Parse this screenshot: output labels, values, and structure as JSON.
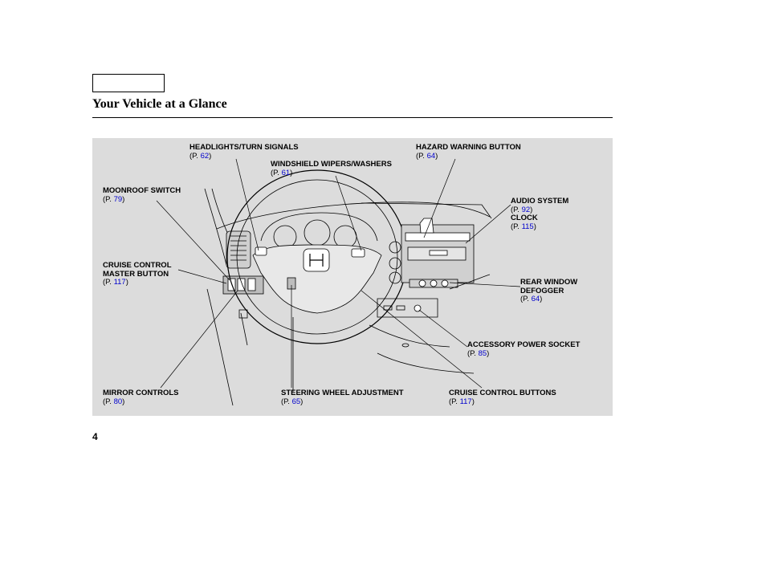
{
  "header": {
    "title": "Your Vehicle at a Glance"
  },
  "page_number": "4",
  "callouts": {
    "headlights": {
      "lines": [
        "HEADLIGHTS/TURN SIGNALS"
      ],
      "page": "62"
    },
    "wipers": {
      "lines": [
        "WINDSHIELD WIPERS/WASHERS"
      ],
      "page": "61"
    },
    "hazard": {
      "lines": [
        "HAZARD WARNING BUTTON"
      ],
      "page": "64"
    },
    "moonroof": {
      "lines": [
        "MOONROOF SWITCH"
      ],
      "page": "79"
    },
    "audio": {
      "lines": [
        "AUDIO SYSTEM"
      ],
      "page": "92"
    },
    "clock": {
      "lines": [
        "CLOCK"
      ],
      "page": "115"
    },
    "cruise_master": {
      "lines": [
        "CRUISE CONTROL",
        "MASTER BUTTON"
      ],
      "page": "117"
    },
    "rear_defogger": {
      "lines": [
        "REAR WINDOW",
        "DEFOGGER"
      ],
      "page": "64"
    },
    "accessory": {
      "lines": [
        "ACCESSORY POWER SOCKET"
      ],
      "page": "85"
    },
    "mirror": {
      "lines": [
        "MIRROR CONTROLS"
      ],
      "page": "80"
    },
    "steering": {
      "lines": [
        "STEERING WHEEL ADJUSTMENT"
      ],
      "page": "65"
    },
    "cruise_buttons": {
      "lines": [
        "CRUISE CONTROL BUTTONS"
      ],
      "page": "117"
    }
  },
  "ref_prefix": "(P. ",
  "ref_suffix": ")"
}
